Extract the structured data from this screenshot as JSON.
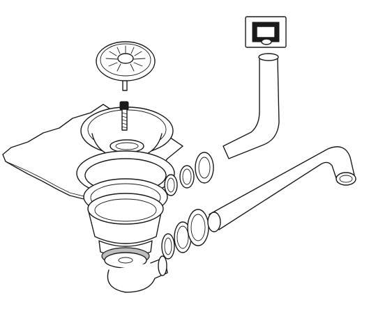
{
  "diagram": {
    "components": [
      "sink-sheet",
      "strainer-basket",
      "connecting-screw",
      "strainer-body",
      "upper-gasket",
      "lower-gasket",
      "drain-outlet-body",
      "overflow-flange",
      "overflow-tube",
      "overflow-nut",
      "overflow-washer",
      "outlet-nut",
      "outlet-washer",
      "drain-pipe",
      "pipe-nut",
      "pipe-washer"
    ],
    "colors": {
      "stroke": "#1a1a1a",
      "fill": "#ffffff",
      "shade": "#bdbdbd"
    }
  }
}
